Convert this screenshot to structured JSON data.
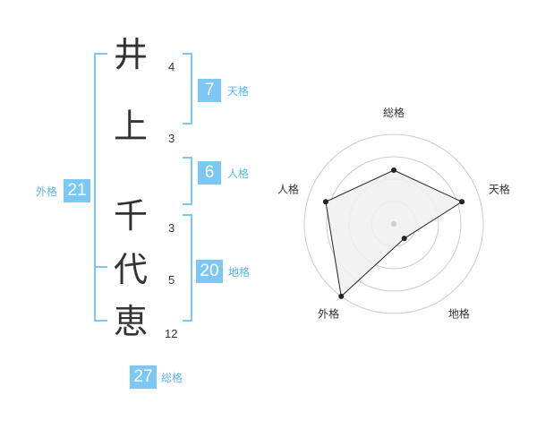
{
  "name": {
    "chars": [
      {
        "char": "井",
        "strokes": "4"
      },
      {
        "char": "上",
        "strokes": "3"
      },
      {
        "char": "千",
        "strokes": "3"
      },
      {
        "char": "代",
        "strokes": "5"
      },
      {
        "char": "恵",
        "strokes": "12"
      }
    ]
  },
  "kaku": {
    "ten": {
      "value": "7",
      "label": "天格"
    },
    "jin": {
      "value": "6",
      "label": "人格"
    },
    "chi": {
      "value": "20",
      "label": "地格"
    },
    "gai": {
      "value": "21",
      "label": "外格"
    },
    "sou": {
      "value": "27",
      "label": "総格"
    }
  },
  "colors": {
    "accent": "#7cc7f3",
    "text": "#333333",
    "label": "#5bb5ec",
    "grid": "#cccccc",
    "fill": "#f0f0f0"
  },
  "chart_data": {
    "type": "radar",
    "axes": [
      "総格",
      "天格",
      "地格",
      "外格",
      "人格"
    ],
    "values": [
      3,
      4,
      1,
      5,
      4
    ],
    "rmax": 5,
    "rings": 4
  }
}
